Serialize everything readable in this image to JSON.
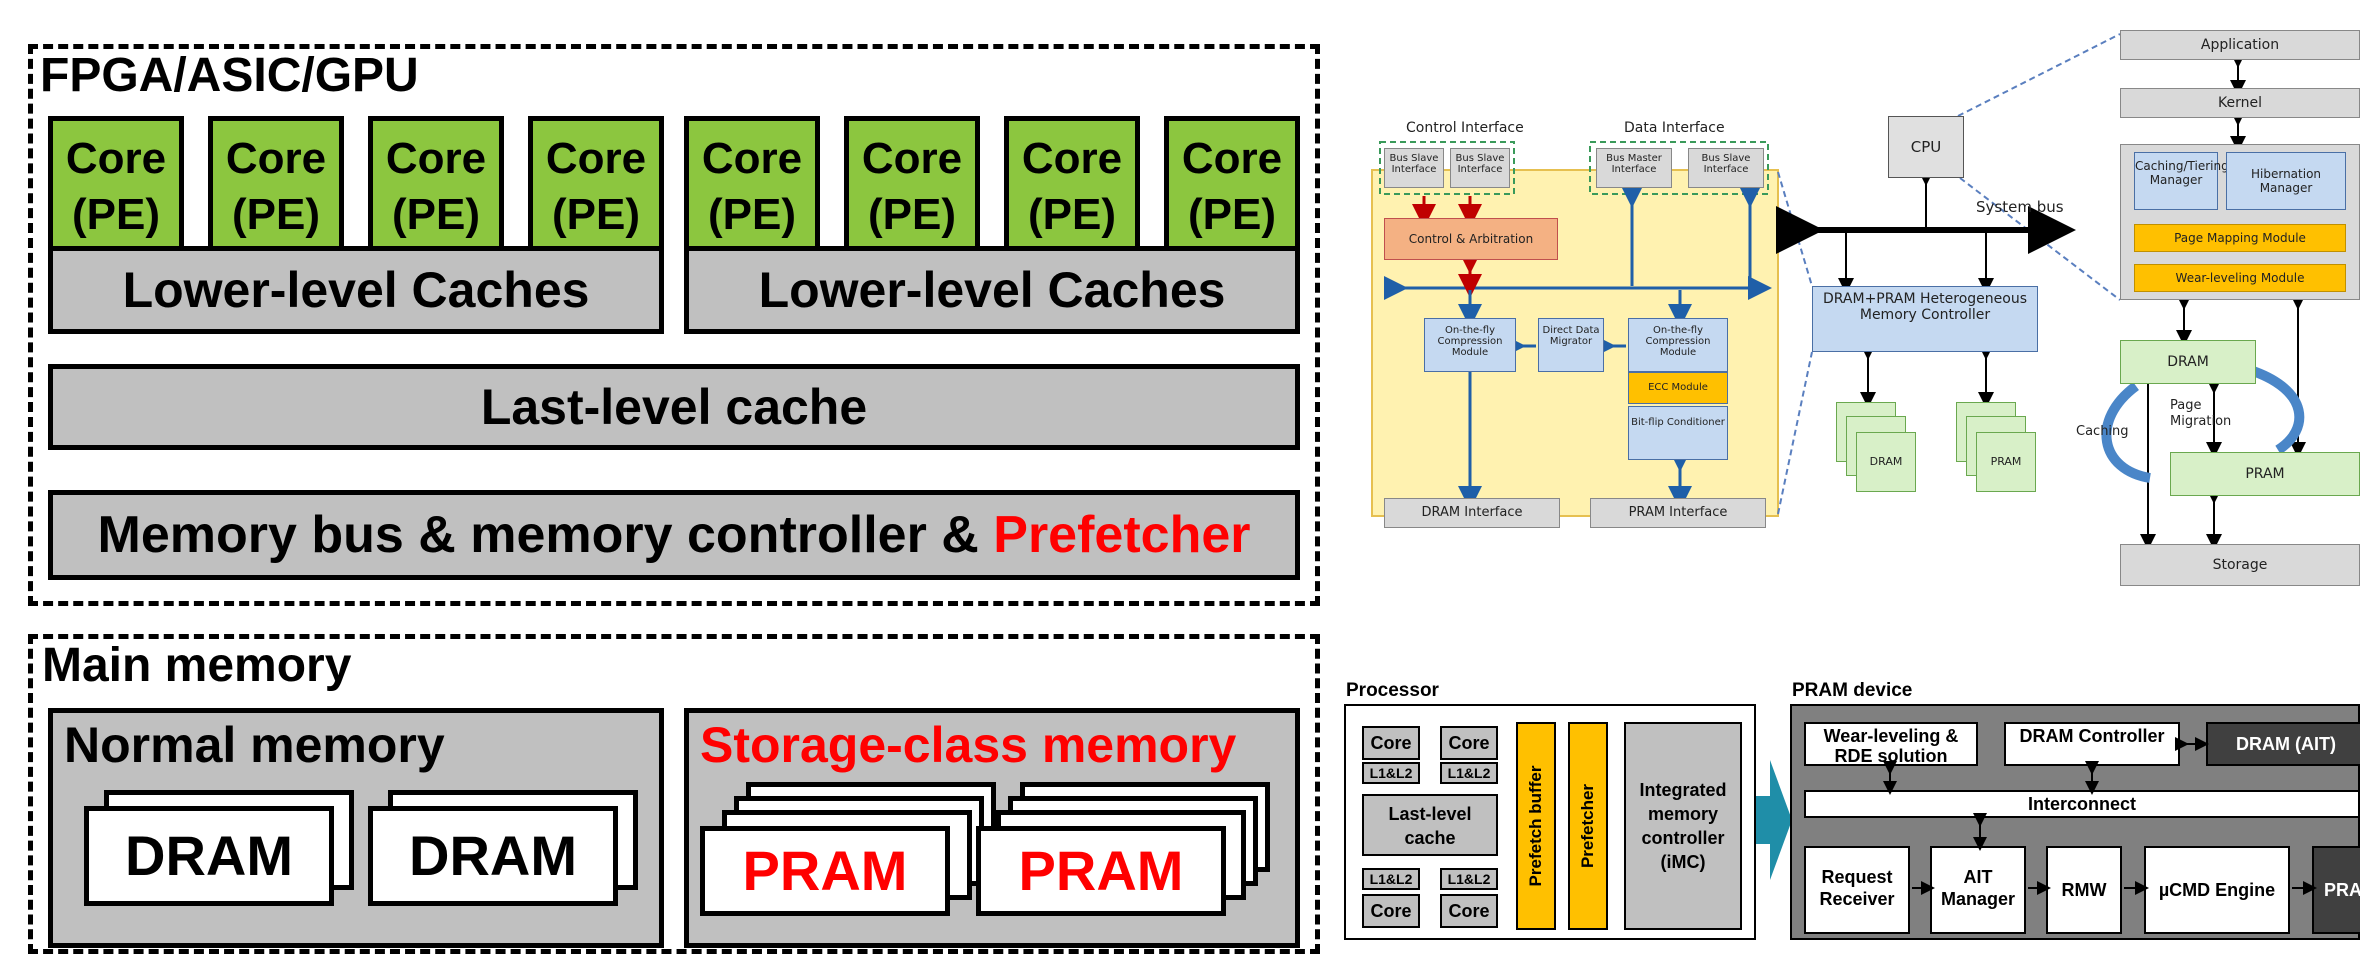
{
  "left": {
    "fpga_title": "FPGA/ASIC/GPU",
    "core_label_1": "Core",
    "core_label_2": "(PE)",
    "lower_cache": "Lower-level Caches",
    "llc": "Last-level cache",
    "membus_prefix": "Memory bus & memory controller & ",
    "membus_red": "Prefetcher",
    "main_memory_title": "Main memory",
    "normal_memory": "Normal memory",
    "scm": "Storage-class memory",
    "dram": "DRAM",
    "pram": "PRAM"
  },
  "top_right": {
    "control_interface": "Control Interface",
    "data_interface": "Data Interface",
    "bus_slave_interface": "Bus Slave Interface",
    "bus_master_interface": "Bus Master Interface",
    "control_arbitration": "Control & Arbitration",
    "otf_compression": "On-the-fly Compression Module",
    "direct_data_migrator": "Direct Data Migrator",
    "ecc_module": "ECC Module",
    "bitflip": "Bit-flip Conditioner",
    "dram_interface": "DRAM Interface",
    "pram_interface": "PRAM Interface",
    "cpu": "CPU",
    "system_bus": "System bus",
    "hmc": "DRAM+PRAM Heterogeneous Memory Controller",
    "dram": "DRAM",
    "pram": "PRAM",
    "application": "Application",
    "kernel": "Kernel",
    "caching_tiering": "Caching/Tiering Manager",
    "hibernation": "Hibernation Manager",
    "page_mapping": "Page Mapping Module",
    "wear_leveling": "Wear-leveling Module",
    "caching": "Caching",
    "page_migration": "Page Migration",
    "storage": "Storage"
  },
  "bottom_right": {
    "processor": "Processor",
    "core": "Core",
    "l1l2": "L1&L2",
    "last_level_cache": "Last-level cache",
    "prefetch_buffer": "Prefetch buffer",
    "prefetcher": "Prefetcher",
    "imc": "Integrated memory controller (iMC)",
    "pram_device": "PRAM device",
    "wear_leveling_rde": "Wear-leveling & RDE solution",
    "dram_controller": "DRAM Controller",
    "dram_ait": "DRAM (AIT)",
    "interconnect": "Interconnect",
    "request_receiver": "Request Receiver",
    "ait_manager": "AIT Manager",
    "rmw": "RMW",
    "ucmd_engine": "µCMD Engine",
    "pram": "PRAM"
  },
  "colors": {
    "core_green": "#8cc63f",
    "gray": "#c0c0c0",
    "red": "#ff0000",
    "yellow_orange": "#ffc000",
    "light_blue": "#c5d9f1",
    "light_green": "#d8f0c8",
    "salmon": "#f4b183",
    "teal": "#1f8ea8"
  }
}
